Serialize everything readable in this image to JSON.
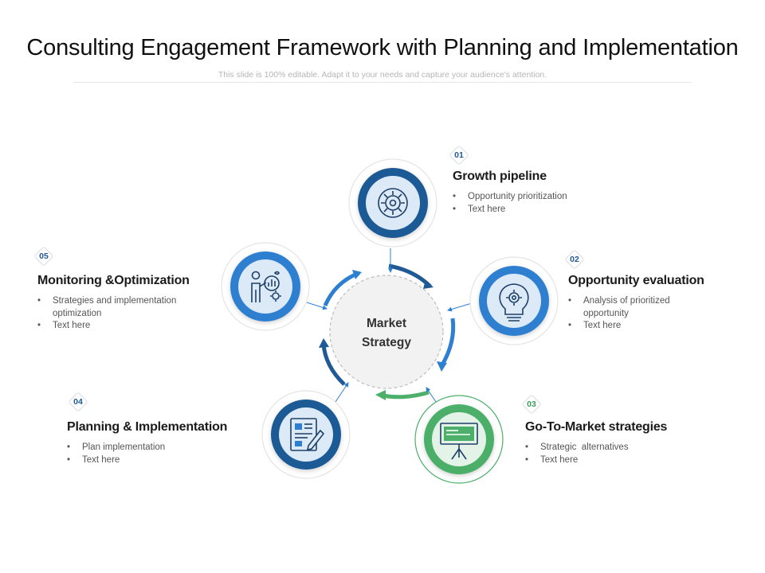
{
  "header": {
    "title": "Consulting Engagement Framework with Planning and Implementation",
    "subtitle": "This slide is 100% editable. Adapt it to your needs and capture your audience's attention."
  },
  "center": {
    "line1": "Market",
    "line2": "Strategy"
  },
  "colors": {
    "dark_blue": "#1f5a96",
    "mid_blue": "#2f7fd0",
    "green": "#4caf6a",
    "light_fill": "#dceaf8",
    "center_fill": "#f2f2f2"
  },
  "items": [
    {
      "number": "01",
      "heading": "Growth pipeline",
      "bullets": [
        "Opportunity prioritization",
        "Text here"
      ],
      "icon": "gear-circle-icon",
      "color": "dark_blue"
    },
    {
      "number": "02",
      "heading": "Opportunity evaluation",
      "bullets": [
        "Analysis of prioritized opportunity",
        "Text here"
      ],
      "icon": "lightbulb-gear-icon",
      "color": "mid_blue"
    },
    {
      "number": "03",
      "heading": "Go-To-Market strategies",
      "bullets": [
        "Strategic  alternatives",
        "Text here"
      ],
      "icon": "presentation-board-icon",
      "color": "green"
    },
    {
      "number": "04",
      "heading": "Planning & Implementation",
      "bullets": [
        "Plan implementation",
        "Text here"
      ],
      "icon": "document-pen-icon",
      "color": "dark_blue"
    },
    {
      "number": "05",
      "heading": "Monitoring &Optimization",
      "bullets": [
        "Strategies and implementation optimization",
        "Text here"
      ],
      "icon": "person-analytics-icon",
      "color": "mid_blue"
    }
  ]
}
